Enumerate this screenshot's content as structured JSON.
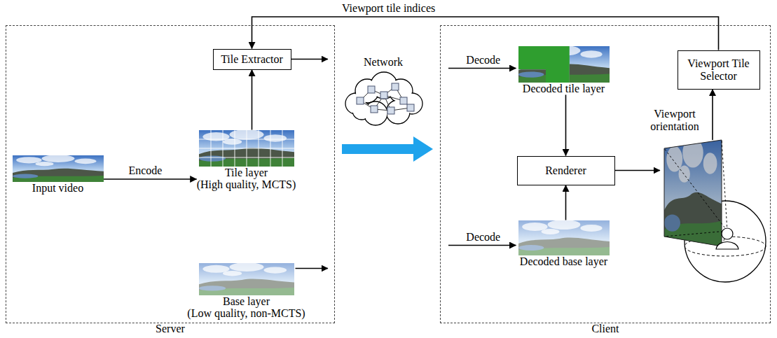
{
  "diagram": {
    "nodes": [
      {
        "text": [
          "Server"
        ]
      },
      {
        "text": [
          "Tile Extractor"
        ],
        "in": 0
      },
      {
        "text": [
          "Input video"
        ],
        "in": 0
      },
      {
        "text": [
          "Tile layer",
          "(High quality, MCTS)"
        ],
        "in": 0
      },
      {
        "text": [
          "Base layer",
          "(Low quality, non-MCTS)"
        ],
        "in": 0
      },
      {
        "text": [
          "Network"
        ]
      },
      {
        "text": [
          "Client"
        ]
      },
      {
        "text": [
          "Decoded tile layer"
        ],
        "in": 6
      },
      {
        "text": [
          "Viewport Tile Selector"
        ],
        "in": 6
      },
      {
        "text": [
          "Renderer"
        ],
        "in": 6
      },
      {
        "text": [
          "Decoded base layer"
        ],
        "in": 6
      }
    ],
    "edges": [
      {
        "from": 2,
        "to": 3,
        "label": "Encode",
        "arrow": "to"
      },
      {
        "from": 3,
        "to": 1,
        "arrow": "to"
      },
      {
        "from": 8,
        "to": 1,
        "label": "Viewport tile indices",
        "arrow": "to"
      },
      {
        "from": 7,
        "to": 9,
        "arrow": "to"
      },
      {
        "from": 10,
        "to": 9,
        "arrow": "to"
      }
    ],
    "labels": [
      "Decode",
      "Decode",
      "Viewport orientation"
    ]
  }
}
